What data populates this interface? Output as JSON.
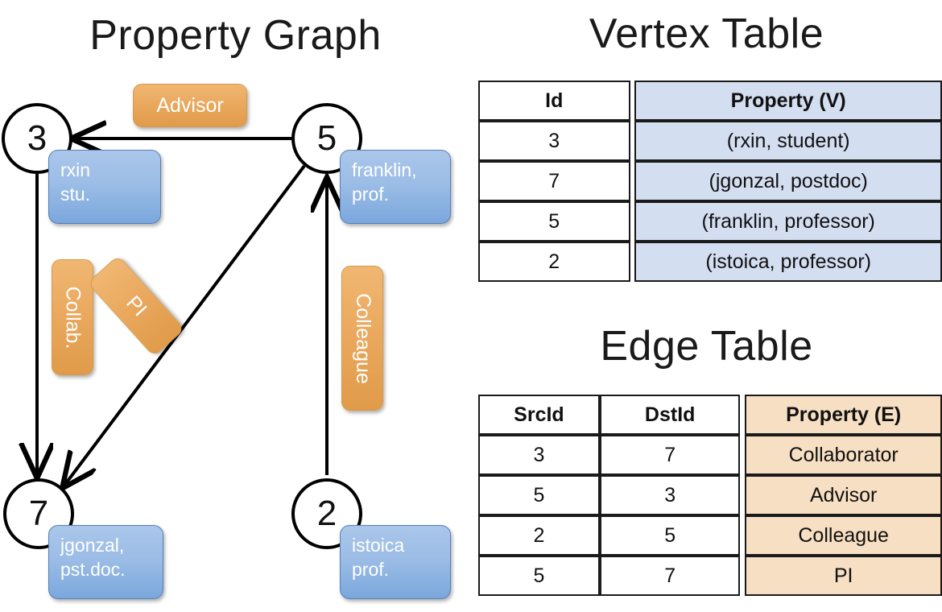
{
  "titles": {
    "property_graph": "Property Graph",
    "vertex_table": "Vertex Table",
    "edge_table": "Edge Table"
  },
  "graph": {
    "nodes": [
      {
        "id": "3",
        "label": "3",
        "property_line1": "rxin",
        "property_line2": "stu."
      },
      {
        "id": "5",
        "label": "5",
        "property_line1": "franklin,",
        "property_line2": "prof."
      },
      {
        "id": "7",
        "label": "7",
        "property_line1": "jgonzal,",
        "property_line2": "pst.doc."
      },
      {
        "id": "2",
        "label": "2",
        "property_line1": "istoica",
        "property_line2": "prof."
      }
    ],
    "edge_labels": {
      "advisor": "Advisor",
      "collab": "Collab.",
      "pi": "PI",
      "colleague": "Colleague"
    }
  },
  "vertex_table": {
    "headers": [
      "Id",
      "Property (V)"
    ],
    "rows": [
      {
        "id": "3",
        "property": "(rxin, student)"
      },
      {
        "id": "7",
        "property": "(jgonzal, postdoc)"
      },
      {
        "id": "5",
        "property": "(franklin, professor)"
      },
      {
        "id": "2",
        "property": "(istoica, professor)"
      }
    ]
  },
  "edge_table": {
    "headers": [
      "SrcId",
      "DstId",
      "Property (E)"
    ],
    "rows": [
      {
        "src": "3",
        "dst": "7",
        "property": "Collaborator"
      },
      {
        "src": "5",
        "dst": "3",
        "property": "Advisor"
      },
      {
        "src": "2",
        "dst": "5",
        "property": "Colleague"
      },
      {
        "src": "5",
        "dst": "7",
        "property": "PI"
      }
    ]
  },
  "colors": {
    "vertex_property_fill": "#d4def1",
    "edge_property_fill": "#f7dfc3",
    "node_box_blue": "#9cbde6",
    "edge_label_orange": "#eaa95f",
    "stroke": "#000000"
  }
}
